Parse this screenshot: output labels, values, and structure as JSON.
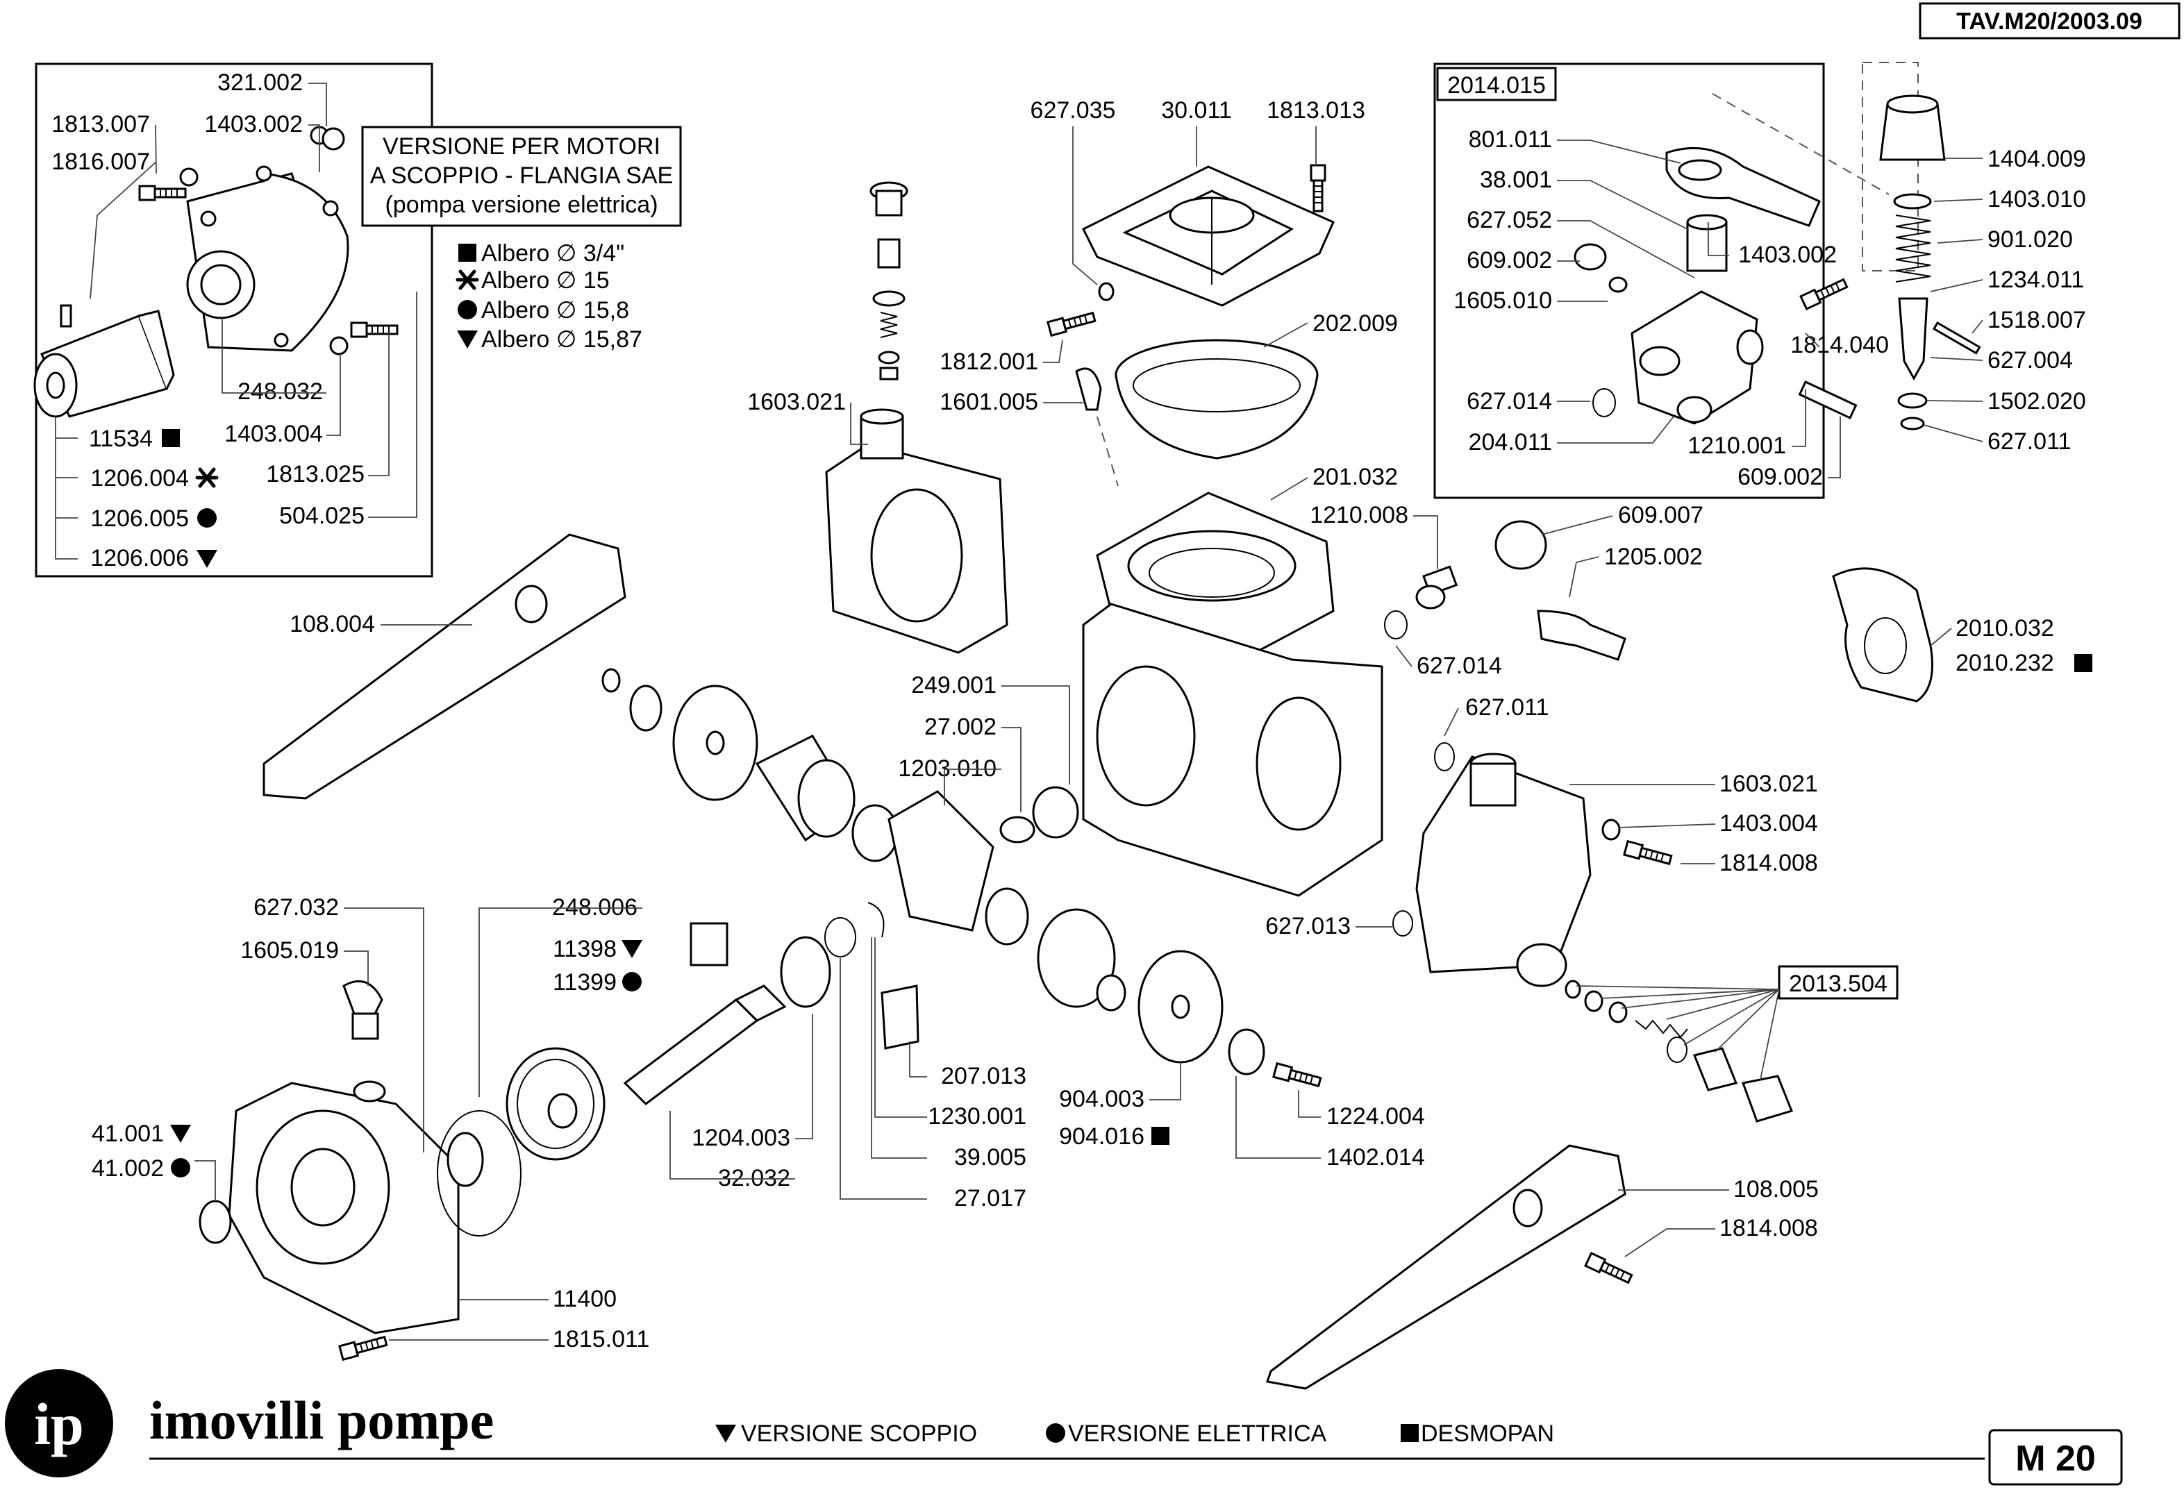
{
  "sheet": {
    "ref": "TAV.M20/2003.09",
    "model": "M 20",
    "brand": "imovilli pompe",
    "logo": "ip"
  },
  "versione_box": {
    "title_lines": [
      "VERSIONE PER MOTORI",
      "A SCOPPIO - FLANGIA SAE",
      "(pompa versione elettrica)"
    ],
    "shafts": [
      {
        "symbol": "square",
        "text": "Albero",
        "dim": "3/4\""
      },
      {
        "symbol": "asterisk",
        "text": "Albero",
        "dim": "15"
      },
      {
        "symbol": "circle",
        "text": "Albero",
        "dim": "15,8"
      },
      {
        "symbol": "triangle",
        "text": "Albero",
        "dim": "15,87"
      }
    ],
    "diameter_sign": "∅"
  },
  "group_2014": "2014.015",
  "group_2013": "2013.504",
  "legend": [
    {
      "symbol": "triangle",
      "text": "VERSIONE SCOPPIO"
    },
    {
      "symbol": "circle",
      "text": "VERSIONE ELETTRICA"
    },
    {
      "symbol": "square",
      "text": "DESMOPAN"
    }
  ],
  "labels": {
    "l321_002": "321.002",
    "l1813_007": "1813.007",
    "l1403_002a": "1403.002",
    "l1816_007": "1816.007",
    "l248_032": "248.032",
    "l1403_004a": "1403.004",
    "l1813_025": "1813.025",
    "l504_025": "504.025",
    "l11534": "11534",
    "l1206_004": "1206.004",
    "l1206_005": "1206.005",
    "l1206_006": "1206.006",
    "l627_035": "627.035",
    "l30_011": "30.011",
    "l1813_013": "1813.013",
    "l202_009": "202.009",
    "l1812_001": "1812.001",
    "l1601_005": "1601.005",
    "l1603_021a": "1603.021",
    "l201_032": "201.032",
    "l1210_008": "1210.008",
    "l609_007": "609.007",
    "l1205_002": "1205.002",
    "l627_014b": "627.014",
    "l108_004": "108.004",
    "l249_001": "249.001",
    "l27_002": "27.002",
    "l1203_010": "1203.010",
    "l627_011b": "627.011",
    "l1603_021b": "1603.021",
    "l1403_004b": "1403.004",
    "l1814_008a": "1814.008",
    "l627_013": "627.013",
    "l627_032": "627.032",
    "l248_006": "248.006",
    "l1605_019": "1605.019",
    "l11398": "11398",
    "l11399": "11399",
    "l41_001": "41.001",
    "l41_002": "41.002",
    "l207_013": "207.013",
    "l1230_001": "1230.001",
    "l904_003": "904.003",
    "l904_016": "904.016",
    "l1224_004": "1224.004",
    "l1204_003": "1204.003",
    "l32_032": "32.032",
    "l39_005": "39.005",
    "l1402_014": "1402.014",
    "l27_017": "27.017",
    "l11400": "11400",
    "l1815_011": "1815.011",
    "l108_005": "108.005",
    "l1814_008b": "1814.008",
    "l2010_032": "2010.032",
    "l2010_232": "2010.232",
    "l801_011": "801.011",
    "l38_001": "38.001",
    "l627_052": "627.052",
    "l609_002a": "609.002",
    "l1605_010": "1605.010",
    "l1403_002b": "1403.002",
    "l1814_040": "1814.040",
    "l627_014a": "627.014",
    "l204_011": "204.011",
    "l1210_001": "1210.001",
    "l609_002b": "609.002",
    "l1404_009": "1404.009",
    "l1403_010": "1403.010",
    "l901_020": "901.020",
    "l1234_011": "1234.011",
    "l1518_007": "1518.007",
    "l627_004": "627.004",
    "l1502_020": "1502.020",
    "l627_011a": "627.011"
  }
}
